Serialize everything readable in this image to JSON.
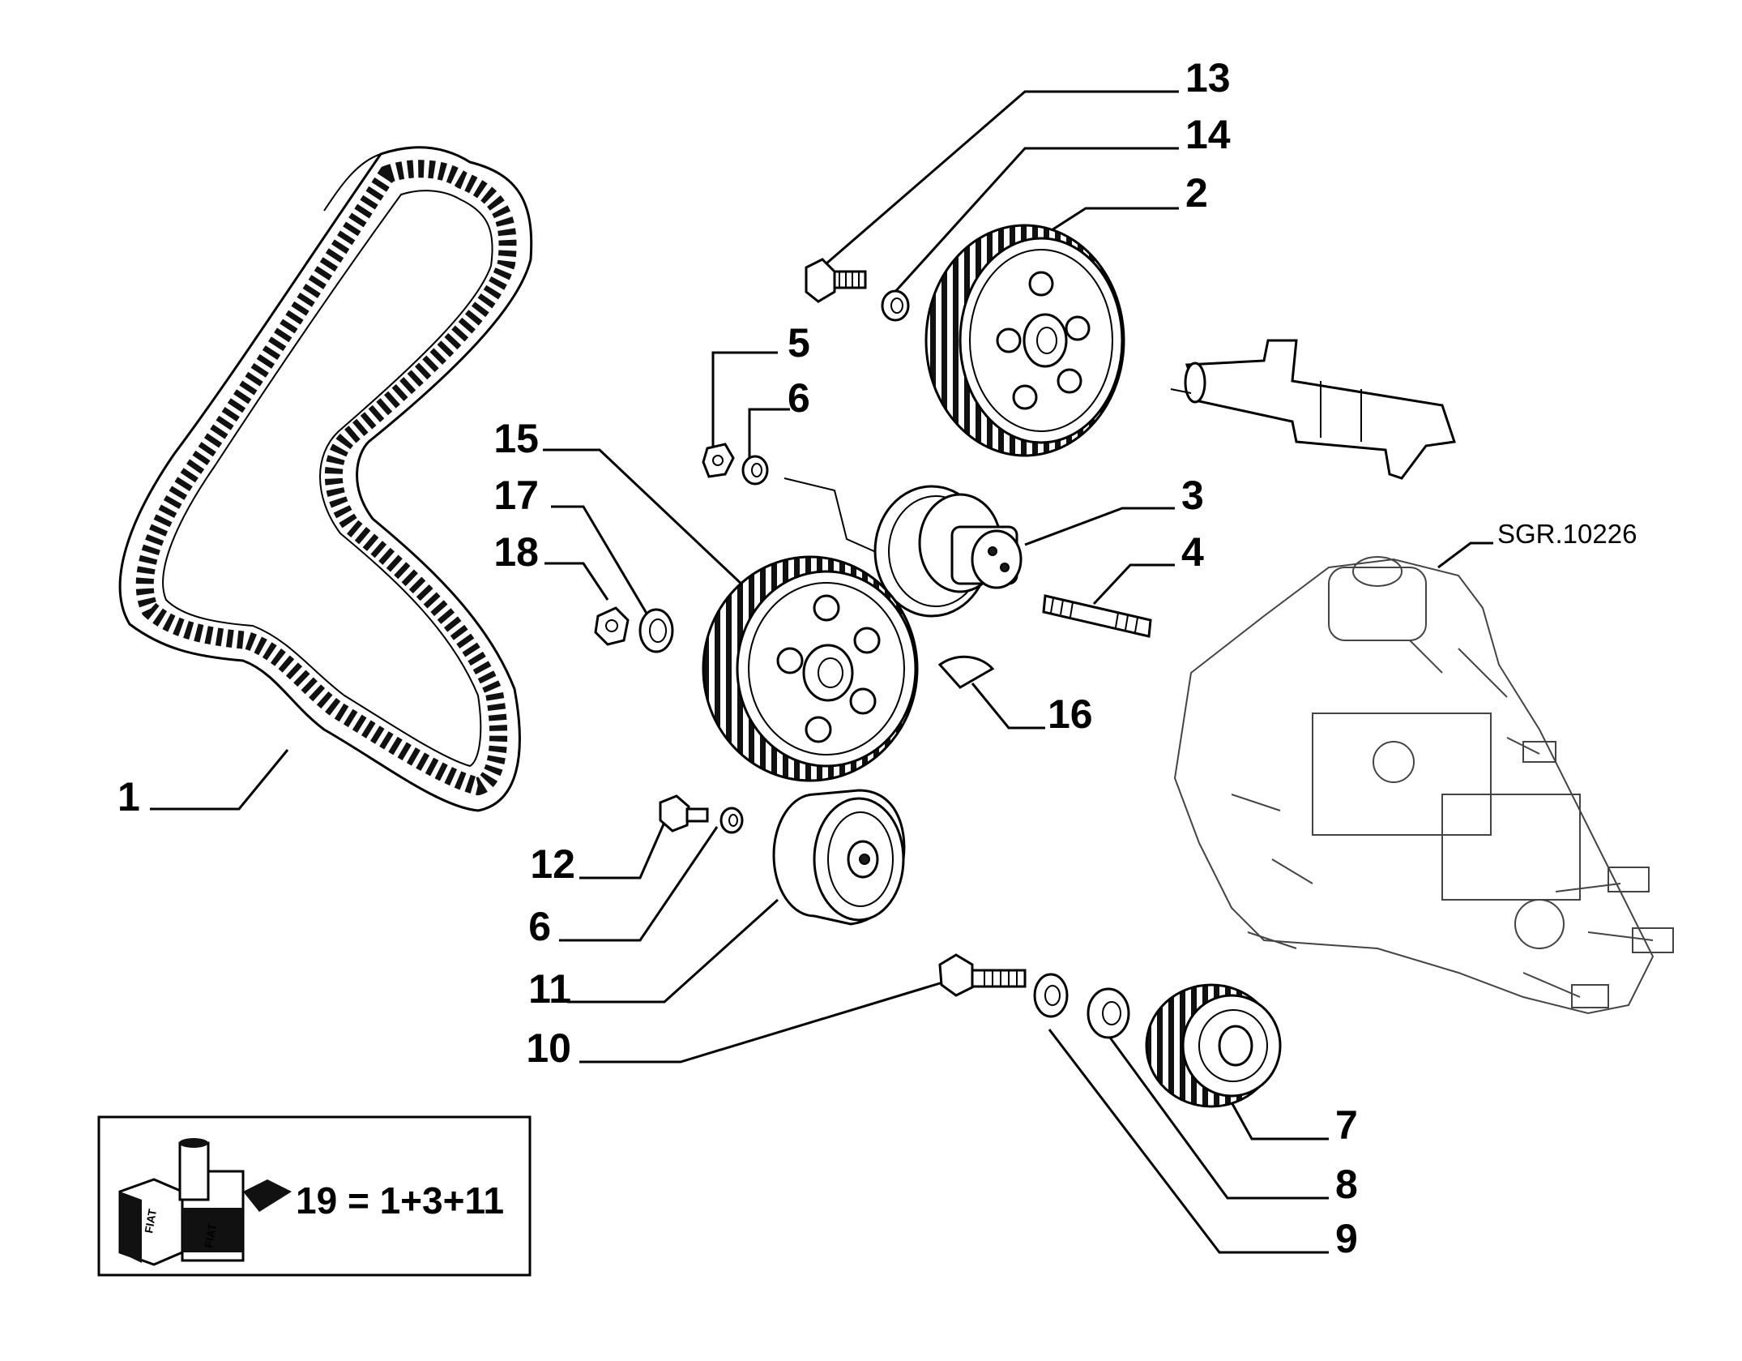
{
  "reference_code": "SGR.10226",
  "callouts": [
    "1",
    "2",
    "3",
    "4",
    "5",
    "6",
    "6",
    "7",
    "8",
    "9",
    "10",
    "11",
    "12",
    "13",
    "14",
    "15",
    "16",
    "17",
    "18"
  ],
  "kit_note": "19 = 1+3+11",
  "kit_icon": "fiat-parts-kit-icon",
  "kit_icon_text": "FIAT"
}
